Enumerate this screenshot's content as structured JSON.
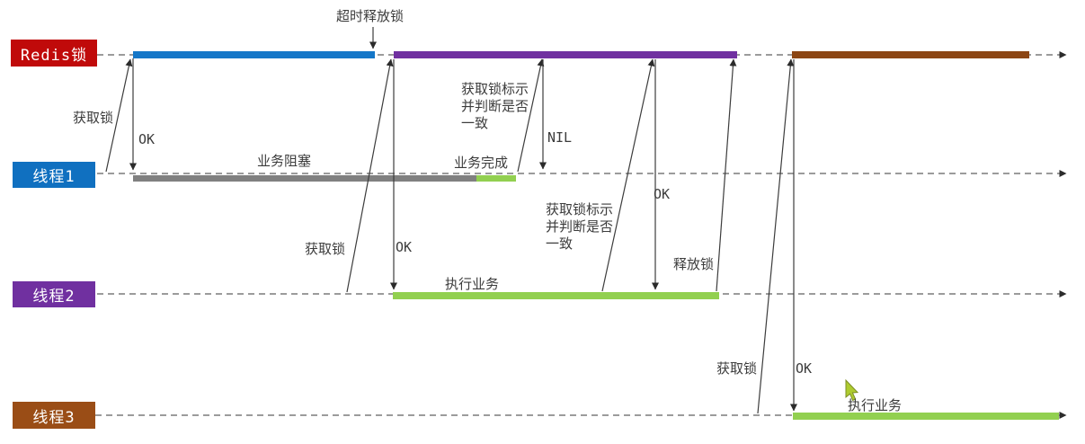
{
  "diagram": {
    "type": "sequence-timing-diagram",
    "topic": "Redis distributed lock timeline"
  },
  "lanes": [
    {
      "label": "Redis锁",
      "color": "#C00A0A"
    },
    {
      "label": "线程1",
      "color": "#1070C0"
    },
    {
      "label": "线程2",
      "color": "#7030A0"
    },
    {
      "label": "线程3",
      "color": "#9A4D16"
    }
  ],
  "annotations": {
    "timeout_release": "超时释放锁",
    "t1_acquire_lock": "获取锁",
    "t1_ok": "OK",
    "t1_business_blocked": "业务阻塞",
    "t1_business_done": "业务完成",
    "t1_check_token": "获取锁标示\n并判断是否\n一致",
    "t1_nil": "NIL",
    "t2_acquire_lock": "获取锁",
    "t2_ok": "OK",
    "t2_execute": "执行业务",
    "t2_check_token": "获取锁标示\n并判断是否\n一致",
    "t2_check_ok": "OK",
    "t2_release_lock": "释放锁",
    "t3_acquire_lock": "获取锁",
    "t3_ok": "OK",
    "t3_execute": "执行业务"
  },
  "colors": {
    "redis_label_red": "#C00A0A",
    "lock_bar_blue": "#1577C8",
    "lock_bar_purple": "#7030A0",
    "lock_bar_brown": "#8C4614",
    "blocked_bar_gray": "#808080",
    "business_bar_green": "#92D050",
    "arrow_line": "#3C3C3C",
    "lane_dash": "#7A7A7A",
    "cursor_green": "#AECB2F"
  }
}
